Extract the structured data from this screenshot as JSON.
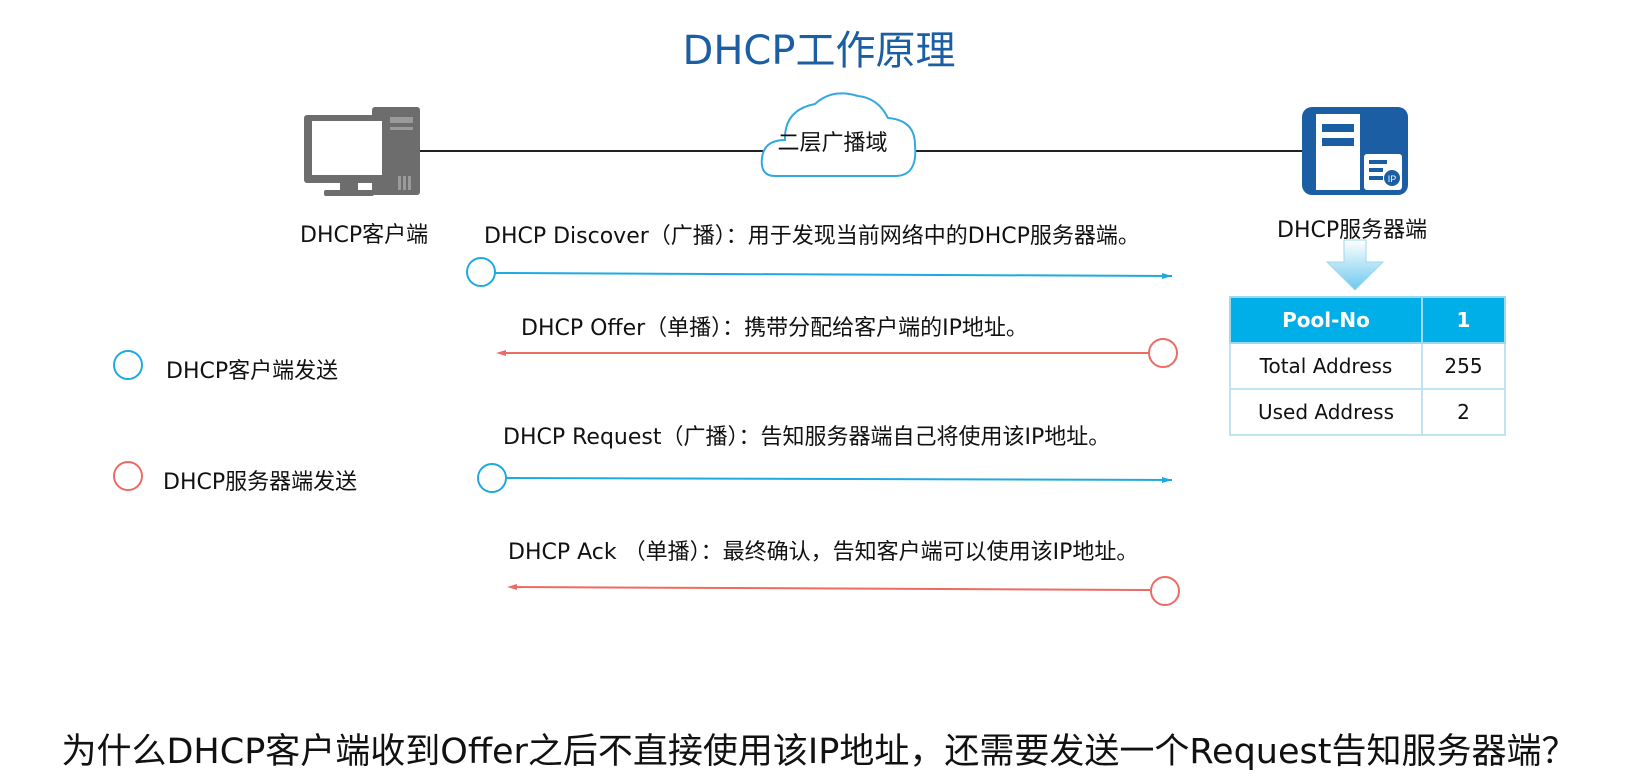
{
  "title": "DHCP工作原理",
  "client": {
    "label": "DHCP客户端",
    "icon": "pc-icon"
  },
  "server": {
    "label": "DHCP服务器端",
    "icon": "server-icon"
  },
  "broadcast_domain": {
    "label": "二层广播域",
    "icon": "cloud-icon"
  },
  "messages": [
    {
      "label": "DHCP Discover（广播）：用于发现当前网络中的DHCP服务器端。",
      "sender": "client"
    },
    {
      "label": "DHCP Offer（单播）：携带分配给客户端的IP地址。",
      "sender": "server"
    },
    {
      "label": "DHCP Request（广播）：告知服务器端自己将使用该IP地址。",
      "sender": "client"
    },
    {
      "label": "DHCP Ack （单播）：最终确认，告知客户端可以使用该IP地址。",
      "sender": "server"
    }
  ],
  "legend": [
    {
      "label": "DHCP客户端发送",
      "color": "#1fa9e1"
    },
    {
      "label": "DHCP服务器端发送",
      "color": "#ec6b63"
    }
  ],
  "pool_table": {
    "header": [
      "Pool-No",
      "1"
    ],
    "rows": [
      [
        "Total Address",
        "255"
      ],
      [
        "Used Address",
        "2"
      ]
    ]
  },
  "question": "为什么DHCP客户端收到Offer之后不直接使用该IP地址，还需要发送一个Request告知服务器端？",
  "colors": {
    "title": "#1b5ea3",
    "client_send": "#1fa9e1",
    "server_send": "#ec6b63",
    "server_icon": "#1b5ea3",
    "pc_icon": "#707070",
    "table_header": "#00aee8"
  }
}
